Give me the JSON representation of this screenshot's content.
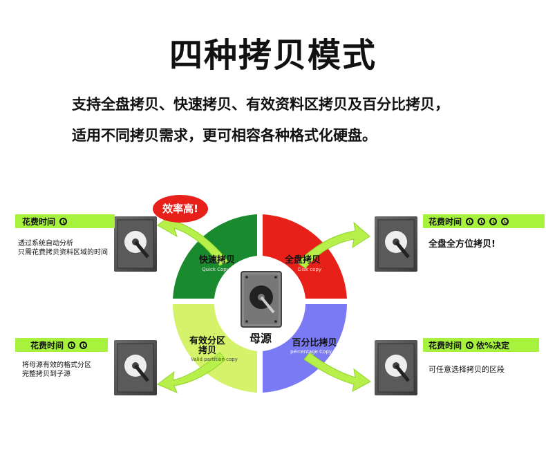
{
  "title": "四种拷贝模式",
  "subtitle_line1": "支持全盘拷贝、快速拷贝、有效资料区拷贝及百分比拷贝，",
  "subtitle_line2": "适用不同拷贝需求，更可相容各种格式化硬盘。",
  "center_label": "母源",
  "badge": "效率高!",
  "segments": [
    {
      "name_cn": "快速拷贝",
      "name_en": "Quick Copy",
      "color": "#1a8a2e"
    },
    {
      "name_cn": "全盘拷贝",
      "name_en": "Disk copy",
      "color": "#e8201a"
    },
    {
      "name_cn": "有效分区拷贝",
      "name_en": "Valid partition copy",
      "color": "#d4f36a"
    },
    {
      "name_cn": "百分比拷贝",
      "name_en": "percentage Copy",
      "color": "#7a7af5"
    }
  ],
  "panels": {
    "top_left": {
      "label": "花费时间",
      "clocks": 1,
      "desc": [
        "透过系统自动分析",
        "只需花费拷贝资料区域的时间"
      ]
    },
    "top_right": {
      "label": "花费时间",
      "clocks": 4,
      "desc": [
        "全盘全方位拷贝!"
      ]
    },
    "bottom_left": {
      "label": "花费时间",
      "clocks": 2,
      "desc": [
        "将母源有效的格式分区",
        "完整拷贝到子源"
      ]
    },
    "bottom_right": {
      "label": "花费时间",
      "clocks": 1,
      "suffix": "依%决定",
      "desc": [
        "可任意选择拷贝的区段"
      ]
    }
  },
  "colors": {
    "label_bg": "#a6f23d",
    "arrow": "#b7f04a",
    "badge_bg": "#e8201a"
  }
}
